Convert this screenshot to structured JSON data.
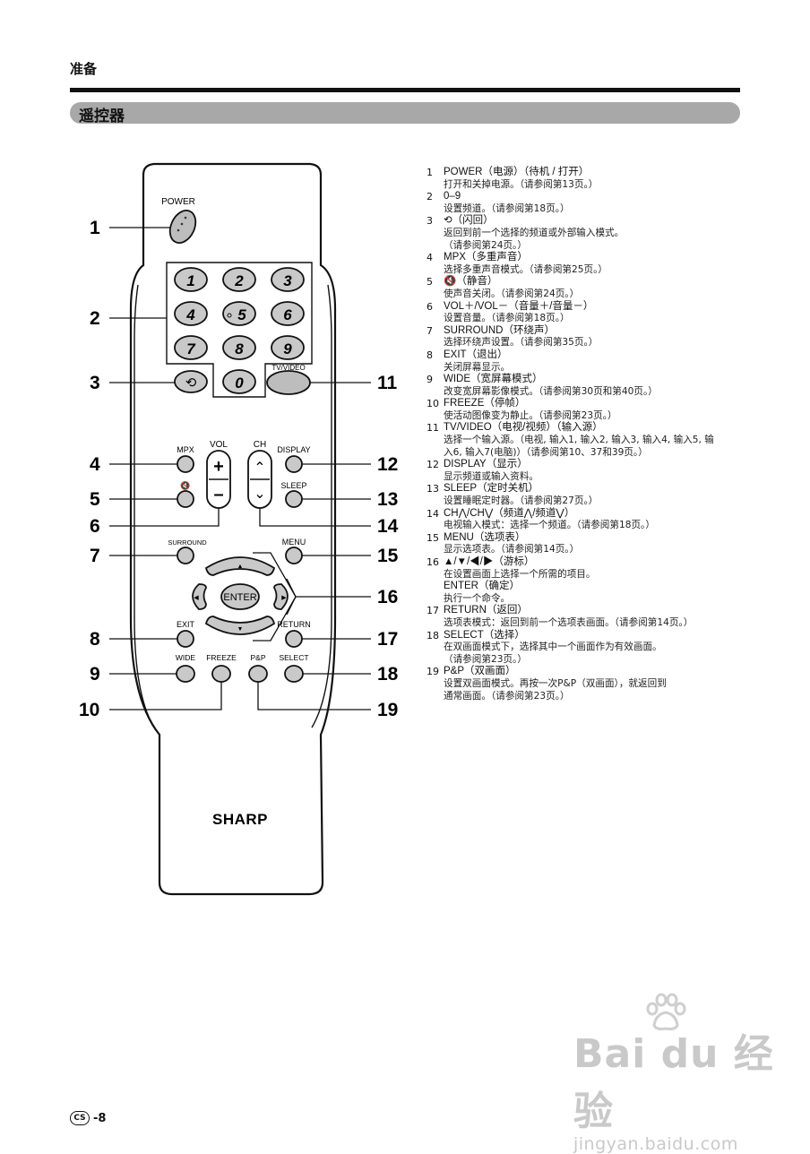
{
  "header": {
    "section": "准备",
    "title": "遥控器"
  },
  "remote": {
    "brand": "SHARP",
    "power_label": "POWER",
    "digits": [
      "1",
      "2",
      "3",
      "4",
      "5",
      "6",
      "7",
      "8",
      "9",
      "0"
    ],
    "tvvideo_label": "TV/VIDEO",
    "mpx_label": "MPX",
    "vol_label": "VOL",
    "ch_label": "CH",
    "display_label": "DISPLAY",
    "sleep_label": "SLEEP",
    "surround_label": "SURROUND",
    "menu_label": "MENU",
    "enter_label": "ENTER",
    "exit_label": "EXIT",
    "return_label": "RETURN",
    "wide_label": "WIDE",
    "freeze_label": "FREEZE",
    "pp_label": "P&P",
    "select_label": "SELECT",
    "glyphs": {
      "plus": "+",
      "minus": "–",
      "up": "▲",
      "down": "▼",
      "left": "◀",
      "right": "▶",
      "ch_up": "⌃",
      "ch_down": "⌄",
      "flashback": "⟲",
      "mute": "🔇"
    },
    "callouts": [
      "1",
      "2",
      "3",
      "4",
      "5",
      "6",
      "7",
      "8",
      "9",
      "10",
      "11",
      "12",
      "13",
      "14",
      "15",
      "16",
      "17",
      "18",
      "19"
    ]
  },
  "descriptions": [
    {
      "n": "1",
      "head": "POWER（电源）（待机 / 打开）",
      "text": [
        "打开和关掉电源。（请参阅第13页。）"
      ]
    },
    {
      "n": "2",
      "head": "0–9",
      "text": [
        "设置频道。（请参阅第18页。）"
      ]
    },
    {
      "n": "3",
      "head": "⟲（闪回）",
      "text": [
        "返回到前一个选择的频道或外部输入模式。",
        "（请参阅第24页。）"
      ]
    },
    {
      "n": "4",
      "head": "MPX（多重声音）",
      "text": [
        "选择多重声音模式。（请参阅第25页。）"
      ]
    },
    {
      "n": "5",
      "head": "🔇（静音）",
      "text": [
        "使声音关闭。（请参阅第24页。）"
      ]
    },
    {
      "n": "6",
      "head": "VOL＋/VOL－（音量＋/音量－）",
      "text": [
        "设置音量。（请参阅第18页。）"
      ]
    },
    {
      "n": "7",
      "head": "SURROUND（环绕声）",
      "text": [
        "选择环绕声设置。（请参阅第35页。）"
      ]
    },
    {
      "n": "8",
      "head": "EXIT（退出）",
      "text": [
        "关闭屏幕显示。"
      ]
    },
    {
      "n": "9",
      "head": "WIDE（宽屏幕模式）",
      "text": [
        "改变宽屏幕影像模式。（请参阅第30页和第40页。）"
      ]
    },
    {
      "n": "10",
      "head": "FREEZE（停帧）",
      "text": [
        "使活动图像变为静止。（请参阅第23页。）"
      ]
    },
    {
      "n": "11",
      "head": "TV/VIDEO（电视/视频）（输入源）",
      "text": [
        "选择一个输入源。（电视, 输入1, 输入2, 输入3, 输入4, 输入5, 输",
        "入6, 输入7(电脑)）（请参阅第10、37和39页。）"
      ]
    },
    {
      "n": "12",
      "head": "DISPLAY（显示）",
      "text": [
        "显示频道或输入资料。"
      ]
    },
    {
      "n": "13",
      "head": "SLEEP（定时关机）",
      "text": [
        "设置睡眠定时器。（请参阅第27页。）"
      ]
    },
    {
      "n": "14",
      "head": "CH⋀/CH⋁（频道⋀/频道⋁）",
      "text": [
        "电视输入模式：选择一个频道。（请参阅第18页。）"
      ]
    },
    {
      "n": "15",
      "head": "MENU（选项表）",
      "text": [
        "显示选项表。（请参阅第14页。）"
      ]
    },
    {
      "n": "16",
      "head": "▲/▼/◀/▶（游标）",
      "text": [
        "在设置画面上选择一个所需的项目。"
      ]
    },
    {
      "n": "",
      "head": "ENTER（确定）",
      "text": [
        "执行一个命令。"
      ]
    },
    {
      "n": "17",
      "head": "RETURN（返回）",
      "text": [
        "选项表模式：返回到前一个选项表画面。（请参阅第14页。）"
      ]
    },
    {
      "n": "18",
      "head": "SELECT（选择）",
      "text": [
        "在双画面模式下，选择其中一个画面作为有效画面。",
        "（请参阅第23页。）"
      ]
    },
    {
      "n": "19",
      "head": "P&P（双画面）",
      "text": [
        "设置双画面模式。再按一次P&P（双画面），就返回到",
        "通常画面。（请参阅第23页。）"
      ]
    }
  ],
  "watermark": {
    "logo": "Bai du 经验",
    "url": "jingyan.baidu.com"
  },
  "footer": {
    "badge": "CS",
    "page": "-8"
  }
}
